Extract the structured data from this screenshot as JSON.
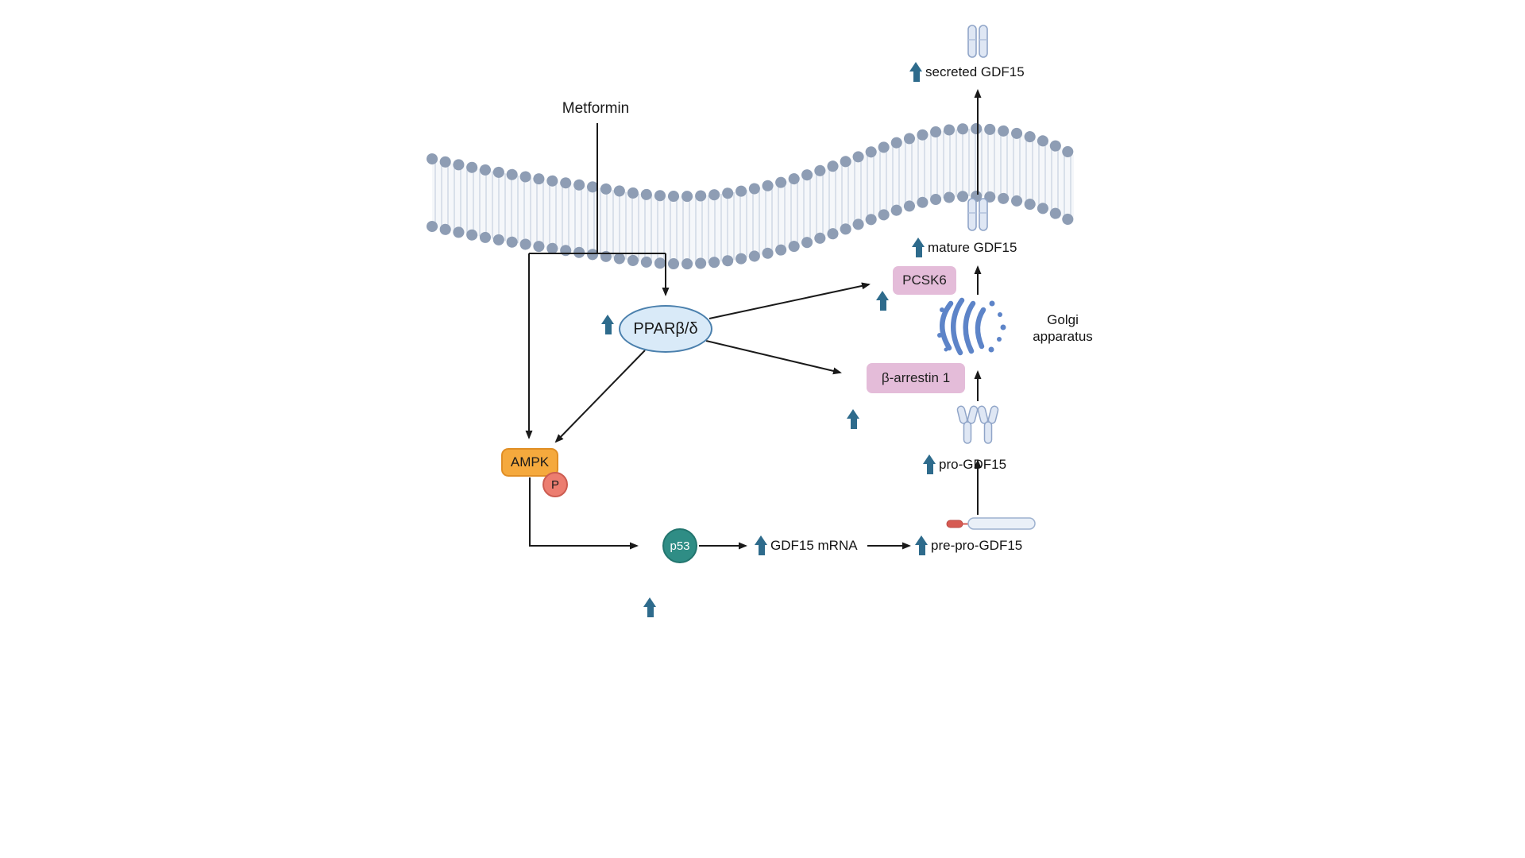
{
  "nodes": {
    "metformin": {
      "label": "Metformin"
    },
    "ppar": {
      "label": "PPARβ/δ"
    },
    "pcsk6": {
      "label": "PCSK6"
    },
    "beta_arrestin": {
      "label": "β-arrestin 1"
    },
    "ampk": {
      "label": "AMPK"
    },
    "phospho": {
      "label": "P"
    },
    "p53": {
      "label": "p53"
    }
  },
  "labels": {
    "gdf15_mrna": "GDF15 mRNA",
    "pre_pro_gdf15": "pre-pro-GDF15",
    "pro_gdf15": "pro-GDF15",
    "golgi_line1": "Golgi",
    "golgi_line2": "apparatus",
    "mature_gdf15": "mature GDF15",
    "secreted_gdf15": "secreted GDF15"
  },
  "colors": {
    "up_arrow": "#2e6b8c",
    "ppar_fill": "#d9eaf8",
    "ppar_stroke": "#4b80ad",
    "pink_fill": "#e4bcd9",
    "ampk_fill": "#f5a93d",
    "ampk_stroke": "#e08e25",
    "phospho_fill": "#ec7d70",
    "p53_fill": "#2f8d85",
    "membrane_head": "#8e9db4",
    "golgi_blue": "#5d84c8",
    "protein_fill": "#dfe7f4",
    "protein_stroke": "#90a5c8",
    "signal_red": "#d65a52",
    "arrow_line": "#1a1a1a"
  }
}
